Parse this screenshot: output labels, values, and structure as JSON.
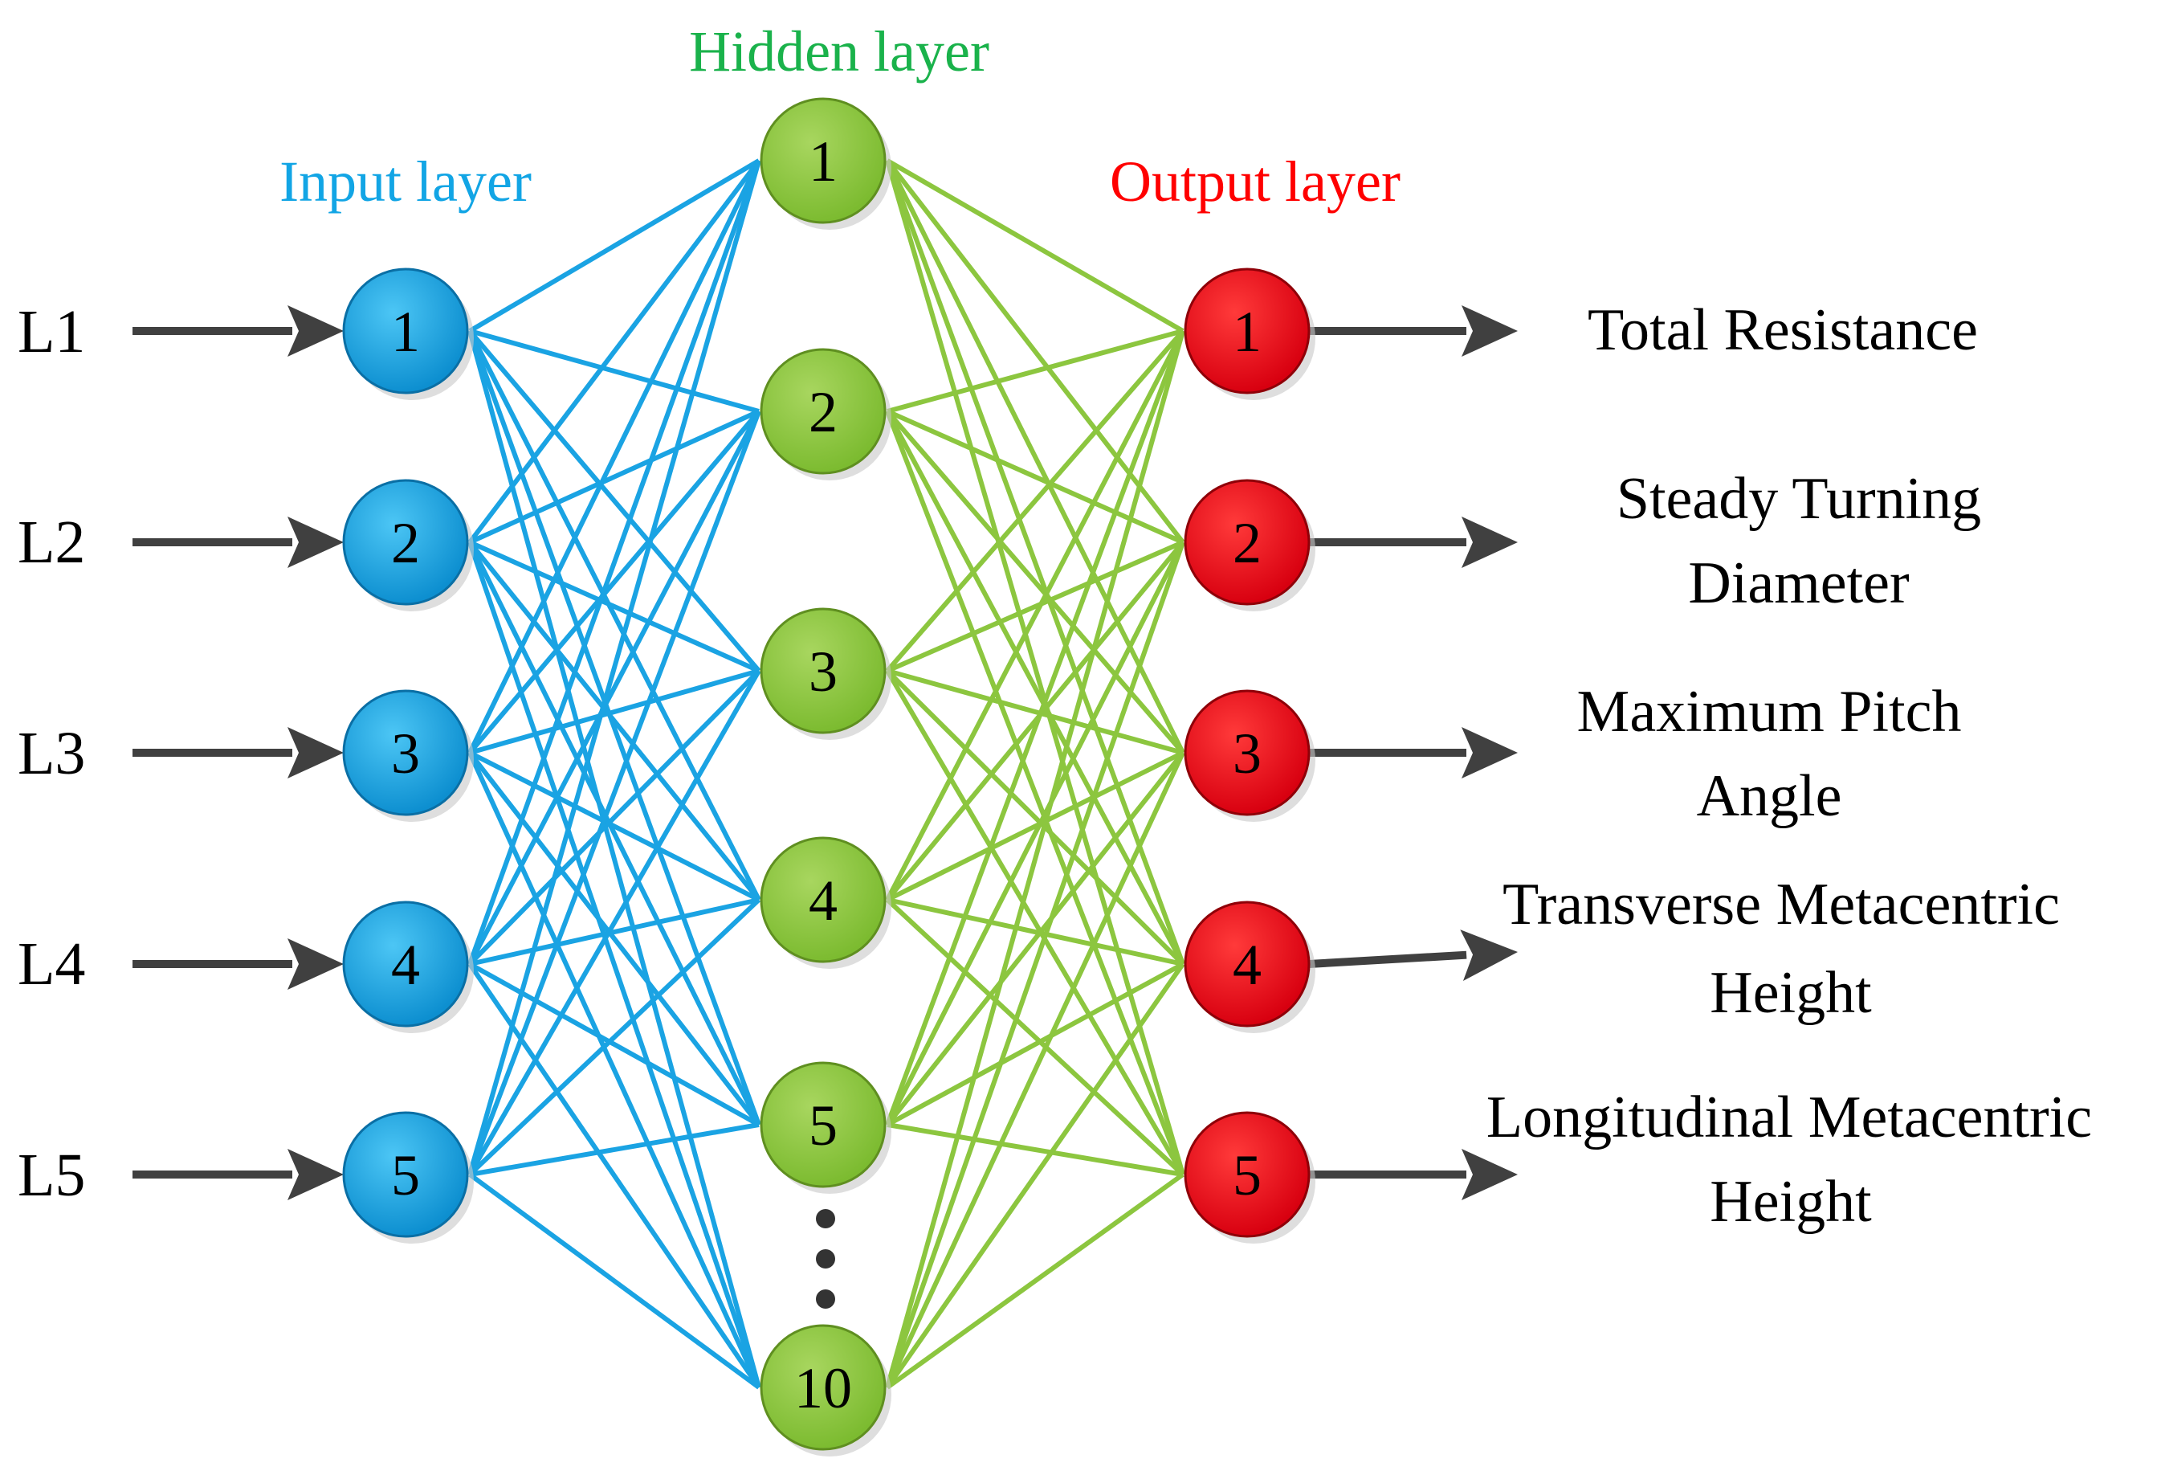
{
  "layers": {
    "input": {
      "title": "Input layer",
      "color": "#12a5e5",
      "nodes": [
        "1",
        "2",
        "3",
        "4",
        "5"
      ]
    },
    "hidden": {
      "title": "Hidden layer",
      "color": "#1ab24b",
      "nodes": [
        "1",
        "2",
        "3",
        "4",
        "5",
        "10"
      ]
    },
    "output": {
      "title": "Output layer",
      "color": "#ff0000",
      "nodes": [
        "1",
        "2",
        "3",
        "4",
        "5"
      ]
    }
  },
  "inputs": [
    "L1",
    "L2",
    "L3",
    "L4",
    "L5"
  ],
  "outputs": [
    [
      "Total Resistance"
    ],
    [
      "Steady Turning",
      "Diameter"
    ],
    [
      "Maximum Pitch",
      "Angle"
    ],
    [
      "Transverse Metacentric",
      "Height"
    ],
    [
      "Longitudinal Metacentric",
      "Height"
    ]
  ],
  "colors": {
    "input_node_fill": "#12a0dd",
    "hidden_node_fill": "#8ec63f",
    "output_node_fill": "#e8101a",
    "input_link": "#1aa3e3",
    "hidden_link": "#8cc63f",
    "arrow": "#404040",
    "ellipsis_dots": "#333333"
  },
  "hidden_ellipsis": "vertical dots between hidden node 5 and node 10"
}
